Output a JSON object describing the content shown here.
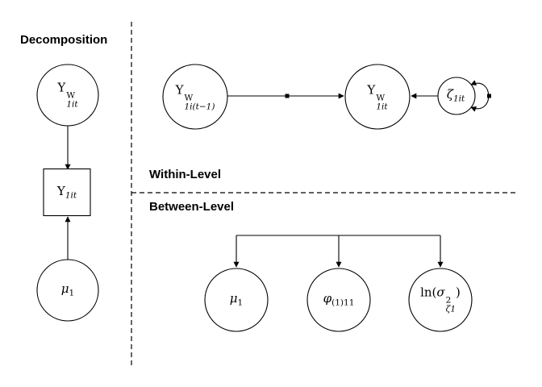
{
  "palette": {
    "ink": "#000000",
    "paper": "#ffffff"
  },
  "sections": {
    "decomposition": {
      "title": "Decomposition",
      "nodes": {
        "y_within_latent": {
          "base": "Y",
          "sup": "W",
          "sub": "1it"
        },
        "y_observed": {
          "base": "Y",
          "sub": "1it"
        },
        "mu_latent": {
          "base": "μ",
          "sub": "1"
        }
      }
    },
    "within": {
      "title": "Within-Level",
      "nodes": {
        "y_lagged": {
          "base": "Y",
          "sup": "W",
          "sub": "1i(t−1)"
        },
        "y_current": {
          "base": "Y",
          "sup": "W",
          "sub": "1it"
        },
        "zeta_residual": {
          "base": "ζ",
          "sub": "1it"
        }
      }
    },
    "between": {
      "title": "Between-Level",
      "nodes": {
        "mu_mean": {
          "base": "μ",
          "sub": "1"
        },
        "phi_autoregressive": {
          "base": "φ",
          "sub": "(1)11"
        },
        "log_residual_variance": {
          "prefix": "ln(",
          "base": "σ",
          "sup": "2",
          "sub": "ζ1",
          "suffix": ")"
        }
      }
    }
  }
}
